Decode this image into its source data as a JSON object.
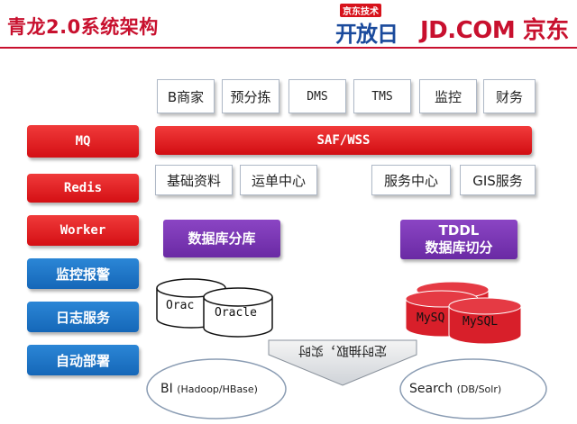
{
  "header": {
    "title": "青龙2.0系统架构",
    "logo_tagline": "京东技术",
    "logo_kaifang": "开放日",
    "brand": "JD.COM 京东",
    "brand_color": "#c8102e"
  },
  "top_row": [
    "B商家",
    "预分拣",
    "DMS",
    "TMS",
    "监控",
    "财务"
  ],
  "saf_bar": "SAF/WSS",
  "services_row": [
    "基础资料",
    "运单中心",
    "服务中心",
    "GIS服务"
  ],
  "left_column": {
    "red": [
      "MQ",
      "Redis",
      "Worker"
    ],
    "blue": [
      "监控报警",
      "日志服务",
      "自动部署"
    ]
  },
  "purple": {
    "sharding": "数据库分库",
    "tddl_line1": "TDDL",
    "tddl_line2": "数据库切分"
  },
  "databases": {
    "oracle_back": "Orac",
    "oracle_front": "Oracle",
    "mysql_back": "MySQ",
    "mysql_front": "MySQL"
  },
  "arrow_text": "定时抽取，实时",
  "bottom": {
    "bi_name": "BI",
    "bi_detail": "(Hadoop/HBase)",
    "search_name": "Search",
    "search_detail": "(DB/Solr)"
  }
}
